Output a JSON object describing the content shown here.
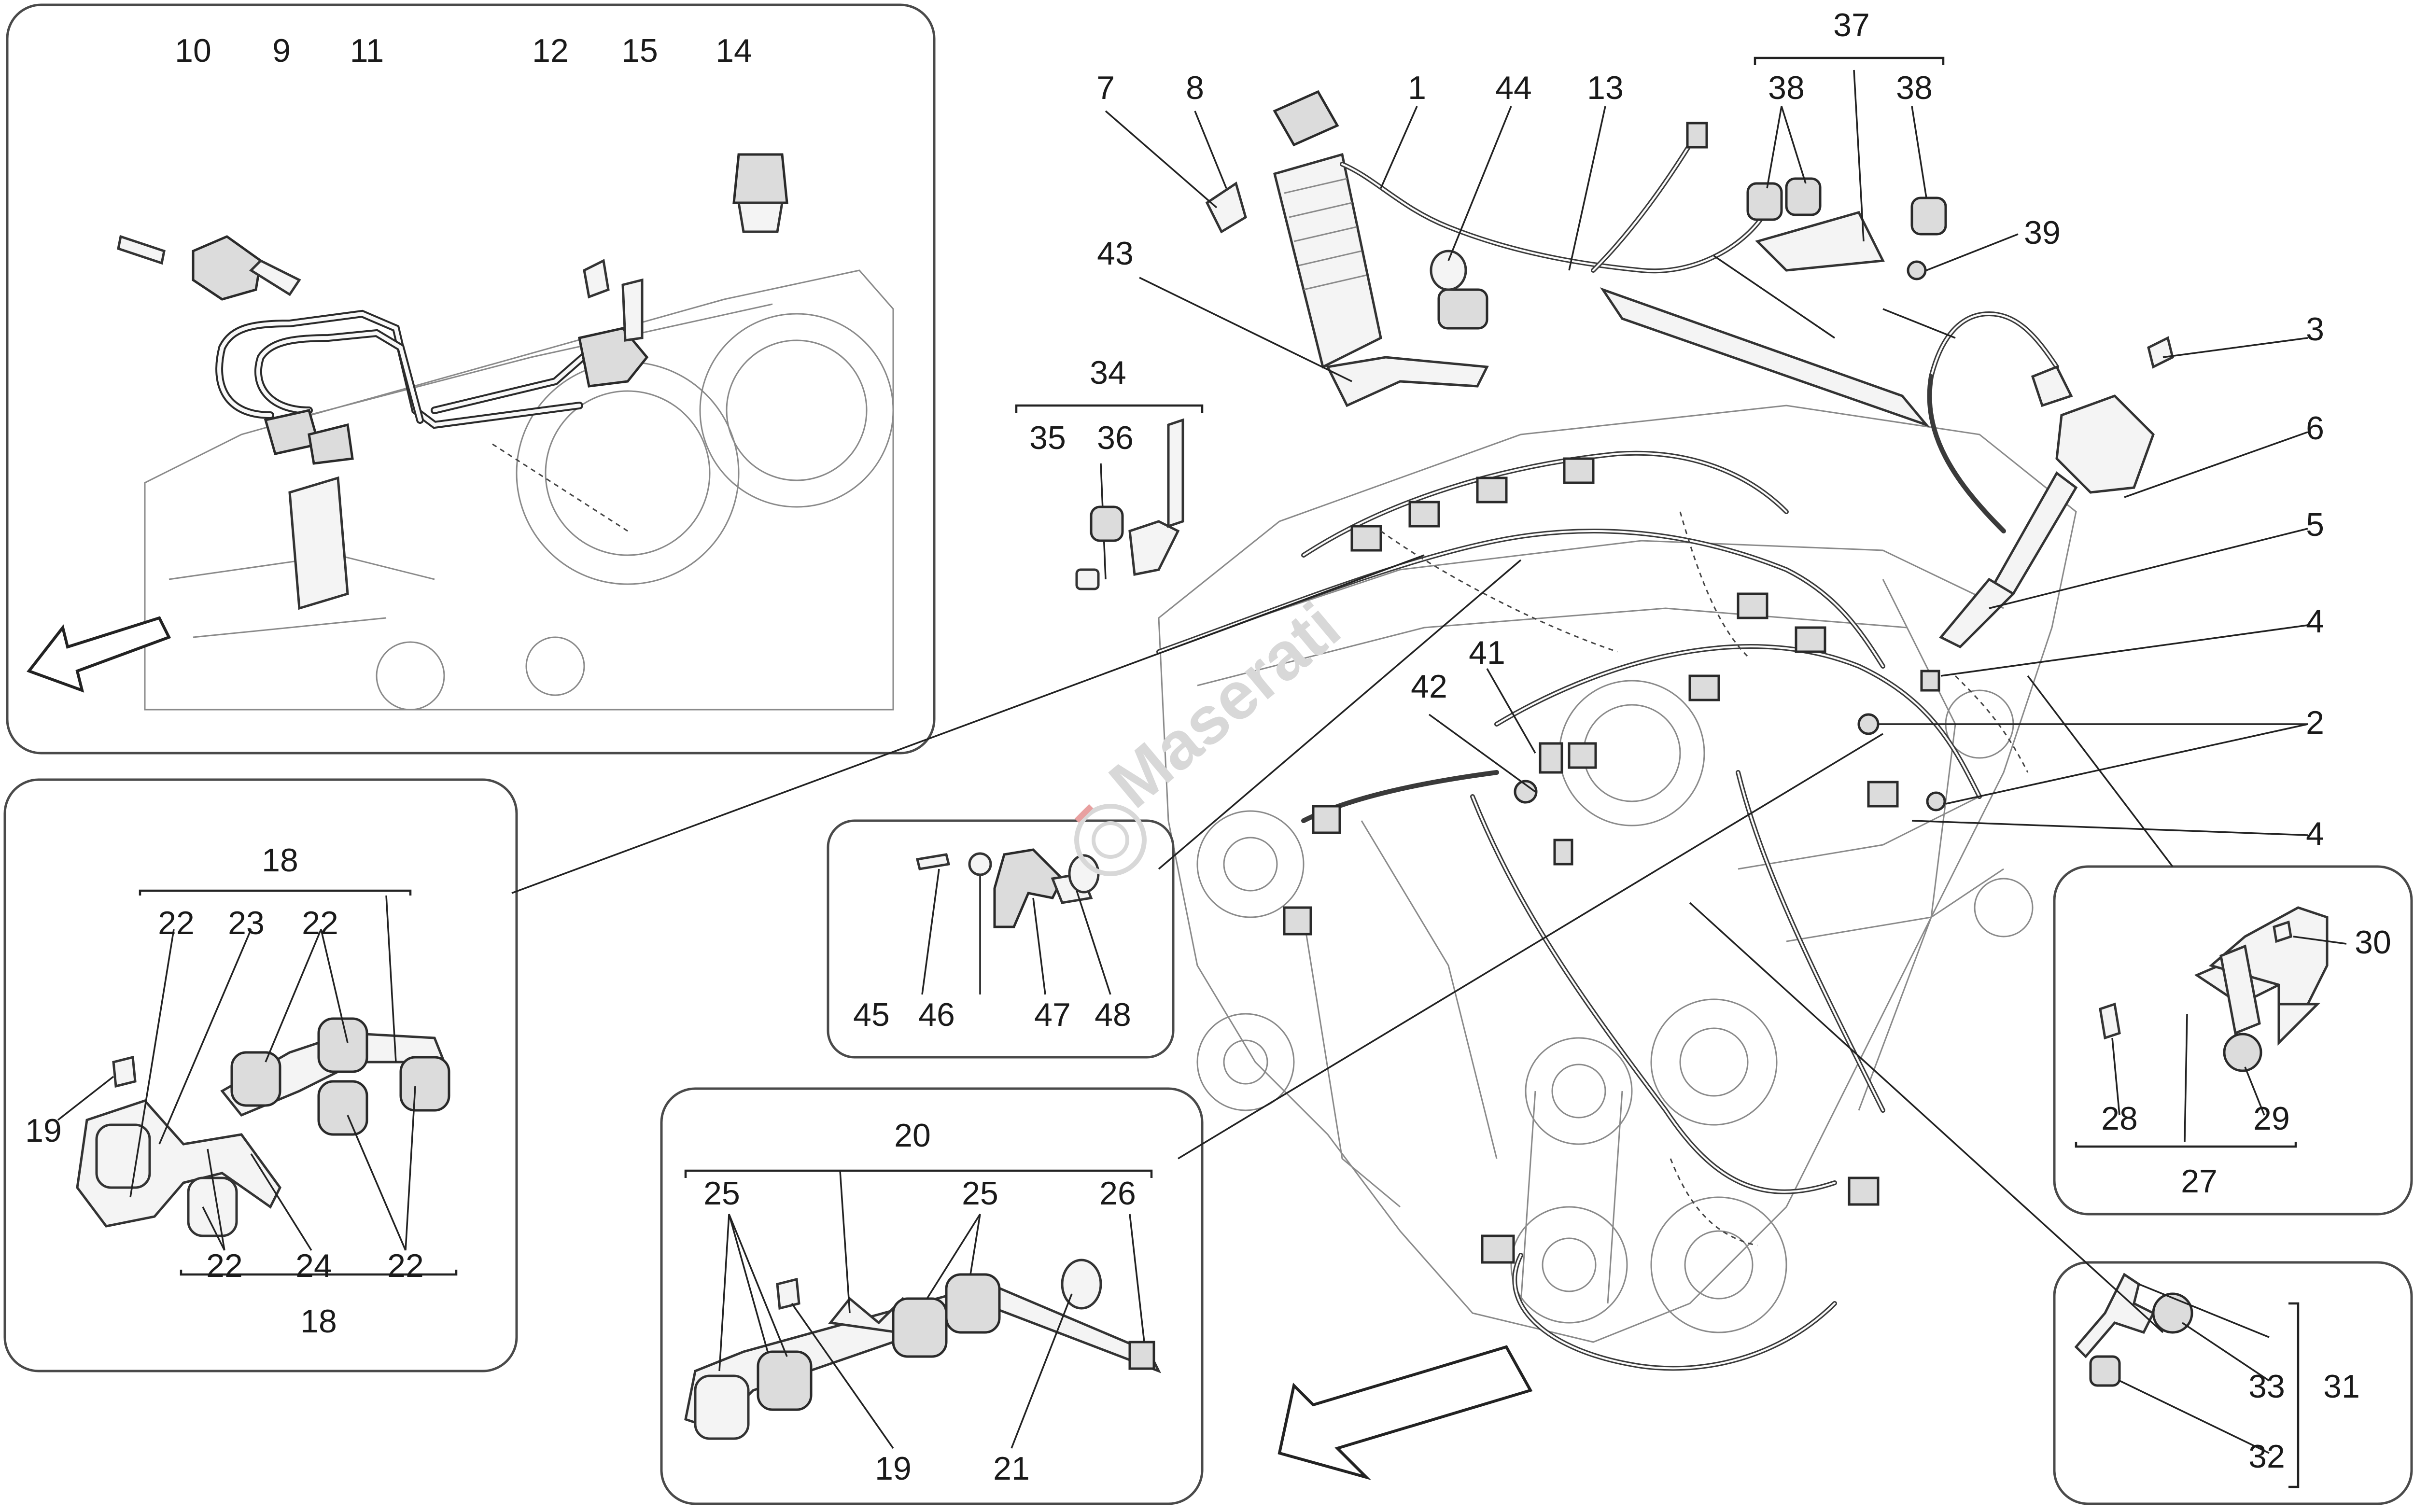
{
  "watermark": "Maserati",
  "labels": {
    "l1": "1",
    "l2": "2",
    "l3": "3",
    "l4a": "4",
    "l4b": "4",
    "l5": "5",
    "l6": "6",
    "l7": "7",
    "l8": "8",
    "l9": "9",
    "l10": "10",
    "l11": "11",
    "l12": "12",
    "l13": "13",
    "l14": "14",
    "l15": "15",
    "l18a": "18",
    "l18b": "18",
    "l19a": "19",
    "l19b": "19",
    "l20": "20",
    "l21": "21",
    "l22a": "22",
    "l22b": "22",
    "l22c": "22",
    "l22d": "22",
    "l23": "23",
    "l24": "24",
    "l25a": "25",
    "l25b": "25",
    "l26": "26",
    "l27": "27",
    "l28": "28",
    "l29": "29",
    "l30": "30",
    "l31": "31",
    "l32": "32",
    "l33": "33",
    "l34": "34",
    "l35": "35",
    "l36": "36",
    "l37": "37",
    "l38a": "38",
    "l38b": "38",
    "l39": "39",
    "l41": "41",
    "l42": "42",
    "l43": "43",
    "l44": "44",
    "l45": "45",
    "l46": "46",
    "l47": "47",
    "l48": "48"
  }
}
